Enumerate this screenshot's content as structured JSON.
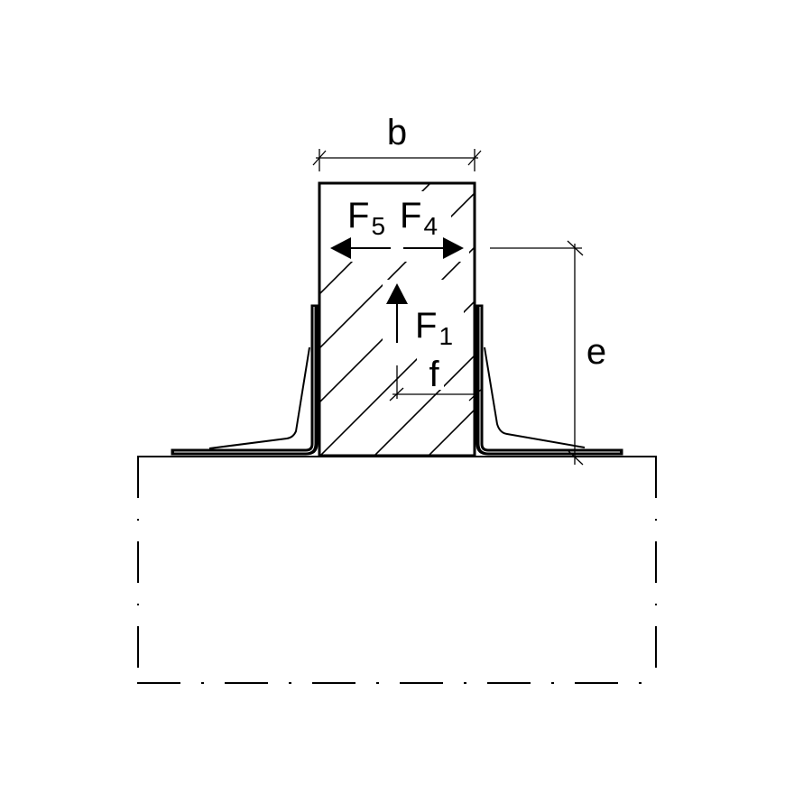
{
  "diagram": {
    "title": "Column base with angle brackets — force and dimension scheme",
    "colors": {
      "stroke": "#000000",
      "background": "#ffffff"
    },
    "dimensions": {
      "b": {
        "label": "b",
        "meaning": "column width"
      },
      "e": {
        "label": "e",
        "meaning": "height of lateral force above base"
      },
      "f": {
        "label": "f",
        "meaning": "eccentricity of vertical force F1 from column face"
      }
    },
    "forces": {
      "F5": {
        "base": "F",
        "sub": "5",
        "direction": "left"
      },
      "F4": {
        "base": "F",
        "sub": "4",
        "direction": "right"
      },
      "F1": {
        "base": "F",
        "sub": "1",
        "direction": "up"
      }
    },
    "elements": [
      "hatched timber column",
      "left angle bracket with stiffener",
      "right angle bracket with stiffener",
      "concrete foundation (dash-dot outline)"
    ]
  }
}
